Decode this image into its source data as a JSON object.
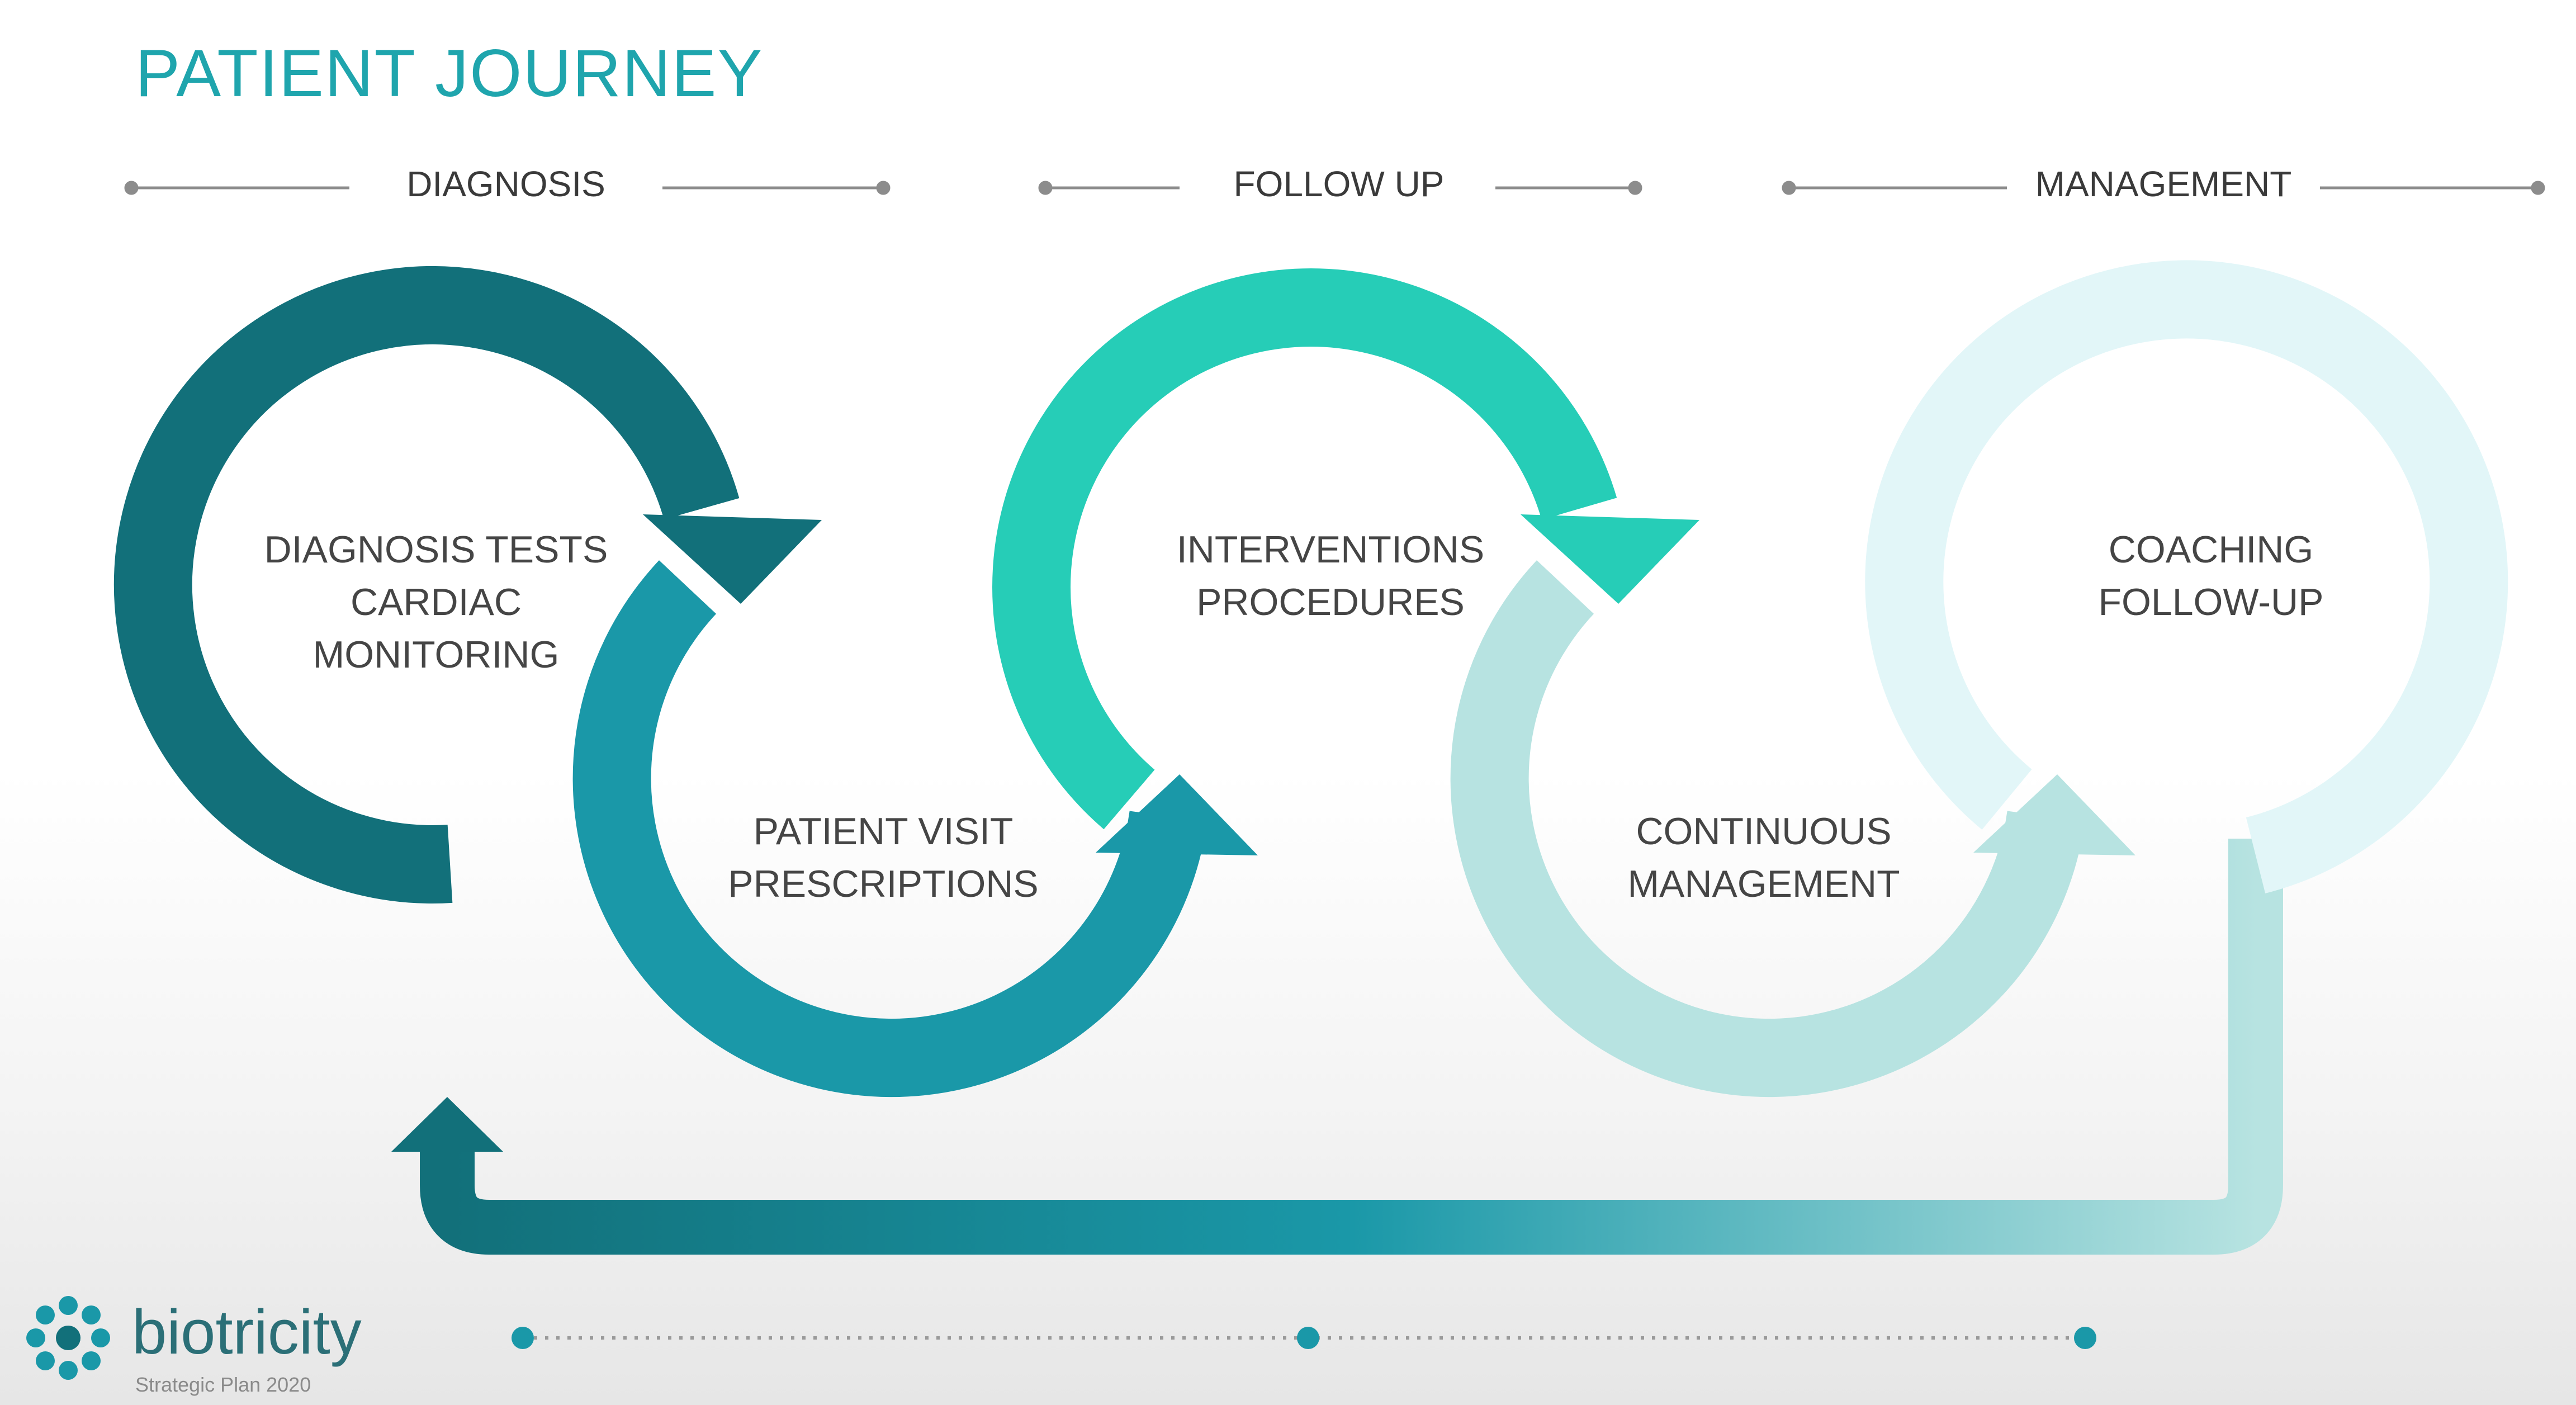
{
  "title": "PATIENT JOURNEY",
  "phases": [
    {
      "label": "DIAGNOSIS"
    },
    {
      "label": "FOLLOW UP"
    },
    {
      "label": "MANAGEMENT"
    }
  ],
  "steps": [
    {
      "lines": [
        "DIAGNOSIS TESTS",
        "CARDIAC",
        "MONITORING"
      ],
      "color": "#12707a"
    },
    {
      "lines": [
        "PATIENT VISIT",
        "PRESCRIPTIONS"
      ],
      "color": "#1a98a8"
    },
    {
      "lines": [
        "INTERVENTIONS",
        "PROCEDURES"
      ],
      "color": "#26cdb7"
    },
    {
      "lines": [
        "CONTINUOUS",
        "MANAGEMENT"
      ],
      "color": "#b7e3e1"
    },
    {
      "lines": [
        "COACHING",
        "FOLLOW-UP"
      ],
      "color": "#e2f6f8"
    }
  ],
  "brand": {
    "name": "biotricity",
    "subtitle": "Strategic Plan 2020",
    "logo_icon": "biotricity-logo-icon"
  }
}
